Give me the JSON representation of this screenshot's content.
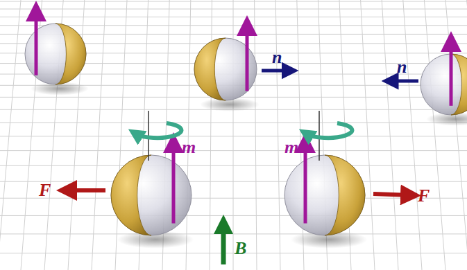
{
  "diagram": {
    "labels": [
      "n",
      "n",
      "m",
      "m",
      "F",
      "F",
      "B"
    ]
  }
}
